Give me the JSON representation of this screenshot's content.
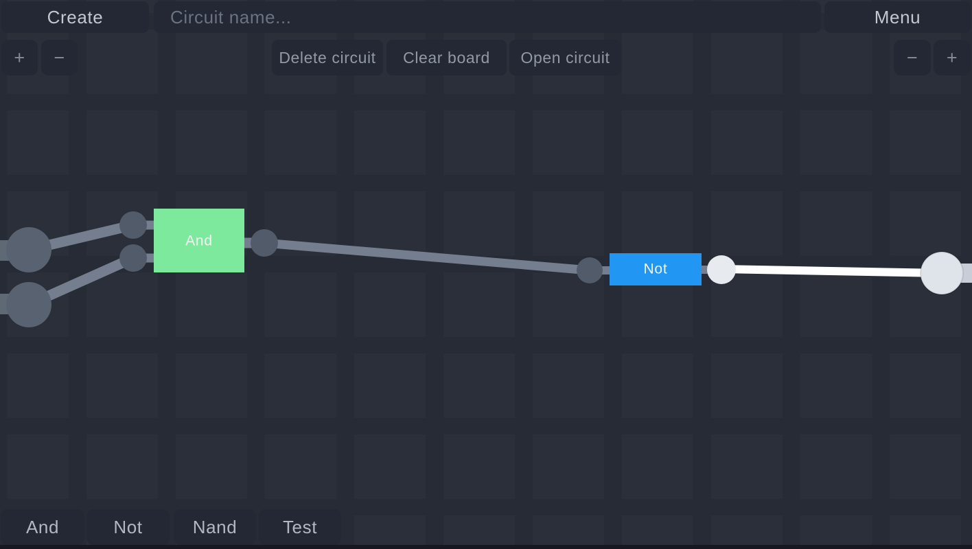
{
  "topbar": {
    "create": "Create",
    "circuit_name_placeholder": "Circuit name...",
    "circuit_name_value": "",
    "menu": "Menu"
  },
  "toolbar": {
    "delete_circuit": "Delete circuit",
    "clear_board": "Clear board",
    "open_circuit": "Open circuit",
    "zoom_in": "+",
    "zoom_out": "−"
  },
  "palette": {
    "items": [
      {
        "label": "And"
      },
      {
        "label": "Not"
      },
      {
        "label": "Nand"
      },
      {
        "label": "Test"
      }
    ]
  },
  "circuit": {
    "gates": [
      {
        "label": "And",
        "type": "and-gate",
        "state": "on"
      },
      {
        "label": "Not",
        "type": "not-gate",
        "state": "on"
      }
    ]
  },
  "colors": {
    "and_gate": "#7de99d",
    "not_gate": "#2196f3",
    "wire_off": "#747e8e",
    "wire_on": "#ffffff",
    "node_off": "#525b69",
    "node_on": "#e7eaef",
    "io_pin": "#596271",
    "io_stub": "#5f6875",
    "lamp_on": "#dfe3ea",
    "lamp_stub": "#c8cdd7"
  }
}
